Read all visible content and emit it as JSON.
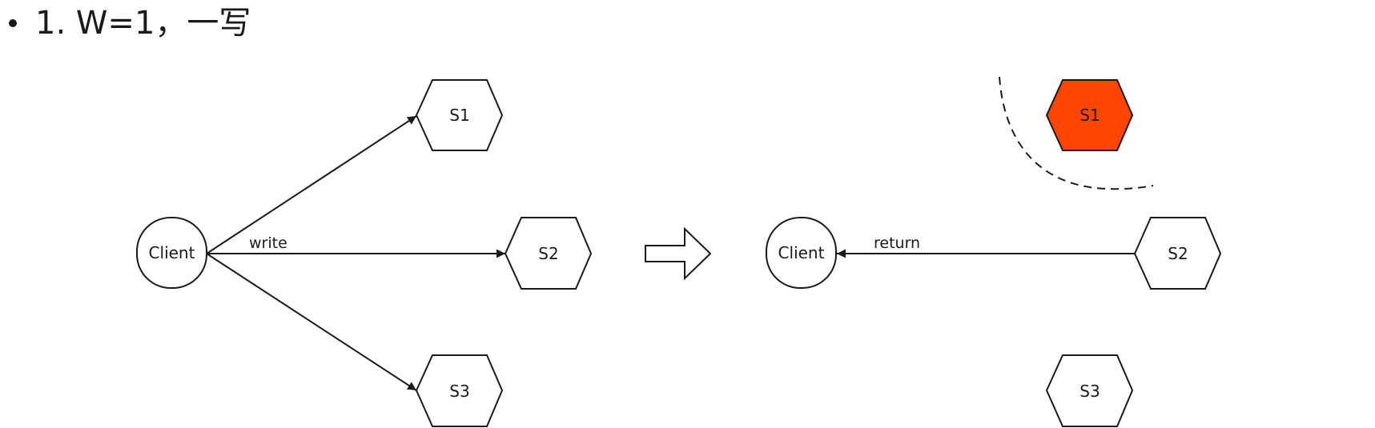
{
  "heading": {
    "text": "1. W=1，一写"
  },
  "colors": {
    "stroke": "#1a1a1a",
    "failed_node_fill": "#ff4500",
    "node_fill": "#ffffff"
  },
  "left_diagram": {
    "client_label": "Client",
    "edge_label": "write",
    "servers": [
      {
        "label": "S1"
      },
      {
        "label": "S2"
      },
      {
        "label": "S3"
      }
    ]
  },
  "transition_arrow": {
    "icon": "hollow-right-arrow"
  },
  "right_diagram": {
    "client_label": "Client",
    "edge_label": "return",
    "servers": [
      {
        "label": "S1",
        "state": "failed"
      },
      {
        "label": "S2",
        "state": "ok"
      },
      {
        "label": "S3",
        "state": "ok"
      }
    ]
  }
}
